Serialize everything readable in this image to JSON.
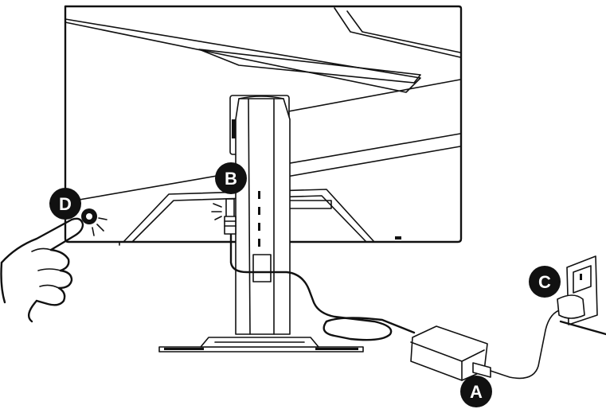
{
  "callouts": {
    "a": "A",
    "b": "B",
    "c": "C",
    "d": "D"
  },
  "colors": {
    "line": "#111111",
    "background": "#ffffff",
    "callout_fill": "#111111",
    "callout_text": "#ffffff"
  }
}
